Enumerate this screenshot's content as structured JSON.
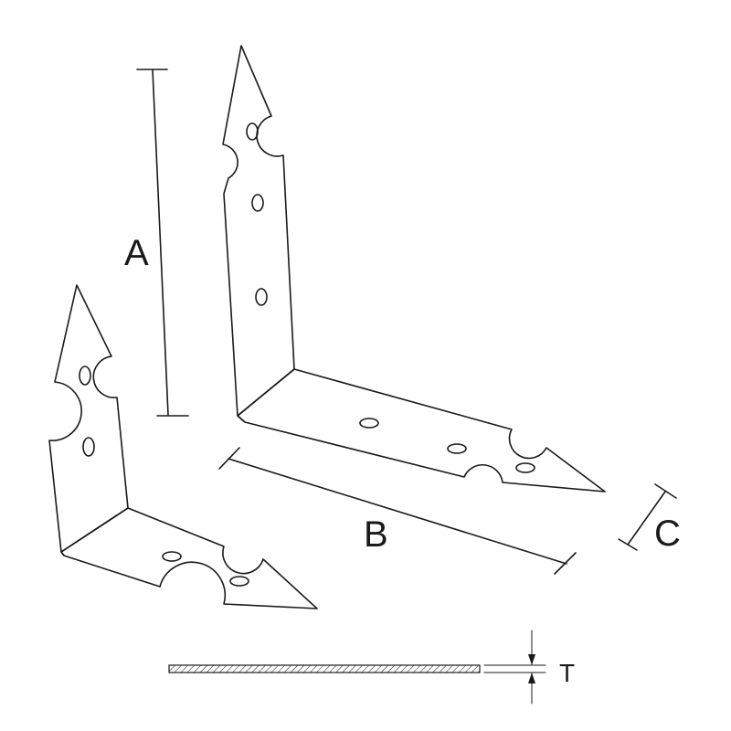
{
  "dimensions": {
    "height_label": "A",
    "length_label": "B",
    "width_label": "C",
    "thickness_label": "T"
  },
  "brackets": [
    {
      "name": "large",
      "holes_vertical": 3,
      "holes_horizontal": 3
    },
    {
      "name": "small",
      "holes_vertical": 2,
      "holes_horizontal": 2
    }
  ]
}
